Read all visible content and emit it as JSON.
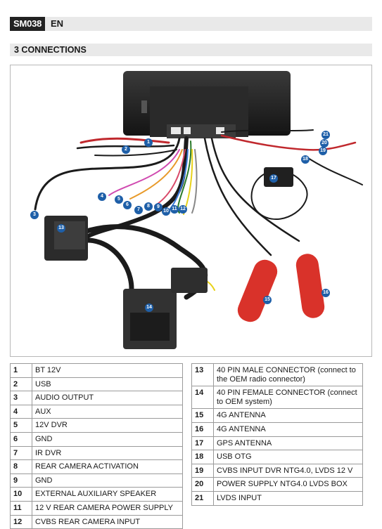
{
  "header": {
    "model": "SM038",
    "language": "EN"
  },
  "section": {
    "title": "3 CONNECTIONS"
  },
  "figure": {
    "callouts": [
      "1",
      "2",
      "3",
      "4",
      "5",
      "6",
      "7",
      "8",
      "9",
      "10",
      "11",
      "12",
      "13",
      "14",
      "15",
      "16",
      "17",
      "18",
      "19",
      "20",
      "21"
    ],
    "colors": {
      "callout": "#1e5fa8",
      "antenna": "#d9322a",
      "device": "#2b2b2b",
      "cable": "#1b1b1b"
    }
  },
  "legend_left": [
    {
      "num": "1",
      "text": "BT 12V"
    },
    {
      "num": "2",
      "text": "USB"
    },
    {
      "num": "3",
      "text": "AUDIO OUTPUT"
    },
    {
      "num": "4",
      "text": "AUX"
    },
    {
      "num": "5",
      "text": "12V DVR"
    },
    {
      "num": "6",
      "text": "GND"
    },
    {
      "num": "7",
      "text": "IR DVR"
    },
    {
      "num": "8",
      "text": "REAR CAMERA ACTIVATION"
    },
    {
      "num": "9",
      "text": "GND"
    },
    {
      "num": "10",
      "text": "EXTERNAL AUXILIARY SPEAKER"
    },
    {
      "num": "11",
      "text": "12 V REAR CAMERA POWER SUPPLY"
    },
    {
      "num": "12",
      "text": "CVBS REAR CAMERA INPUT"
    }
  ],
  "legend_right": [
    {
      "num": "13",
      "text": "40 PIN MALE CONNECTOR (connect to the OEM radio connector)"
    },
    {
      "num": "14",
      "text": "40 PIN FEMALE CONNECTOR (connect to OEM system)"
    },
    {
      "num": "15",
      "text": "4G ANTENNA"
    },
    {
      "num": "16",
      "text": "4G ANTENNA"
    },
    {
      "num": "17",
      "text": "GPS ANTENNA"
    },
    {
      "num": "18",
      "text": "USB OTG"
    },
    {
      "num": "19",
      "text": "CVBS INPUT DVR NTG4.0, LVDS 12 V"
    },
    {
      "num": "20",
      "text": "POWER SUPPLY NTG4.0 LVDS BOX"
    },
    {
      "num": "21",
      "text": "LVDS INPUT"
    }
  ]
}
